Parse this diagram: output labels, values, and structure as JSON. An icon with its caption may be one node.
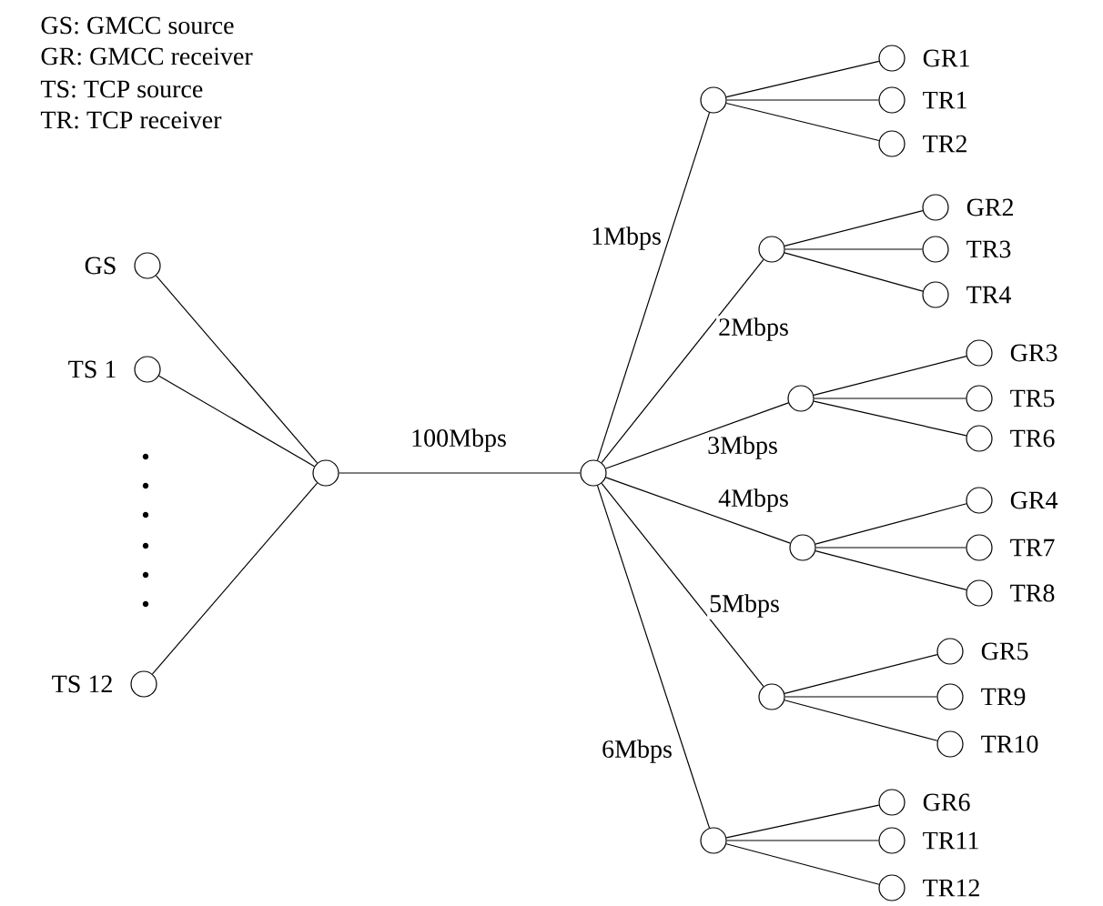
{
  "diagram": {
    "nodes": [
      {
        "text": [
          "GS"
        ]
      },
      {
        "text": [
          "TS 1"
        ]
      },
      {
        "text": [
          "TS 12"
        ]
      },
      {
        "text": [],
        "shape": "circle"
      },
      {
        "text": [],
        "shape": "circle"
      },
      {
        "text": [],
        "shape": "circle"
      },
      {
        "text": [
          "GR1"
        ]
      },
      {
        "text": [
          "TR1"
        ]
      },
      {
        "text": [
          "TR2"
        ]
      },
      {
        "text": [],
        "shape": "circle"
      },
      {
        "text": [
          "GR2"
        ]
      },
      {
        "text": [
          "TR3"
        ]
      },
      {
        "text": [
          "TR4"
        ]
      },
      {
        "text": [],
        "shape": "circle"
      },
      {
        "text": [
          "GR3"
        ]
      },
      {
        "text": [
          "TR5"
        ]
      },
      {
        "text": [
          "TR6"
        ]
      },
      {
        "text": [],
        "shape": "circle"
      },
      {
        "text": [
          "GR4"
        ]
      },
      {
        "text": [
          "TR7"
        ]
      },
      {
        "text": [
          "TR8"
        ]
      },
      {
        "text": [],
        "shape": "circle"
      },
      {
        "text": [
          "GR5"
        ]
      },
      {
        "text": [
          "TR9"
        ]
      },
      {
        "text": [
          "TR10"
        ]
      },
      {
        "text": [],
        "shape": "circle"
      },
      {
        "text": [
          "GR6"
        ]
      },
      {
        "text": [
          "TR11"
        ]
      },
      {
        "text": [
          "TR12"
        ]
      }
    ],
    "edges": [
      {
        "from": 0,
        "to": 3,
        "arrow": "none"
      },
      {
        "from": 1,
        "to": 3,
        "arrow": "none"
      },
      {
        "from": 2,
        "to": 3,
        "arrow": "none"
      },
      {
        "from": 3,
        "to": 4,
        "arrow": "none",
        "label": "100Mbps"
      },
      {
        "from": 4,
        "to": 5,
        "arrow": "none",
        "label": "1Mbps"
      },
      {
        "from": 4,
        "to": 9,
        "arrow": "none",
        "label": "2Mbps"
      },
      {
        "from": 4,
        "to": 13,
        "arrow": "none",
        "label": "3Mbps"
      },
      {
        "from": 4,
        "to": 17,
        "arrow": "none",
        "label": "4Mbps"
      },
      {
        "from": 4,
        "to": 21,
        "arrow": "none",
        "label": "5Mbps"
      },
      {
        "from": 4,
        "to": 25,
        "arrow": "none",
        "label": "6Mbps"
      },
      {
        "from": 5,
        "to": 6,
        "arrow": "none"
      },
      {
        "from": 5,
        "to": 7,
        "arrow": "none"
      },
      {
        "from": 5,
        "to": 8,
        "arrow": "none"
      },
      {
        "from": 9,
        "to": 10,
        "arrow": "none"
      },
      {
        "from": 9,
        "to": 11,
        "arrow": "none"
      },
      {
        "from": 9,
        "to": 12,
        "arrow": "none"
      },
      {
        "from": 13,
        "to": 14,
        "arrow": "none"
      },
      {
        "from": 13,
        "to": 15,
        "arrow": "none"
      },
      {
        "from": 13,
        "to": 16,
        "arrow": "none"
      },
      {
        "from": 17,
        "to": 18,
        "arrow": "none"
      },
      {
        "from": 17,
        "to": 19,
        "arrow": "none"
      },
      {
        "from": 17,
        "to": 20,
        "arrow": "none"
      },
      {
        "from": 21,
        "to": 22,
        "arrow": "none"
      },
      {
        "from": 21,
        "to": 23,
        "arrow": "none"
      },
      {
        "from": 21,
        "to": 24,
        "arrow": "none"
      },
      {
        "from": 25,
        "to": 26,
        "arrow": "none"
      },
      {
        "from": 25,
        "to": 27,
        "arrow": "none"
      },
      {
        "from": 25,
        "to": 28,
        "arrow": "none"
      }
    ],
    "labels": [
      "GS: GMCC source",
      "GR: GMCC receiver",
      "TS: TCP source",
      "TR: TCP receiver"
    ]
  }
}
